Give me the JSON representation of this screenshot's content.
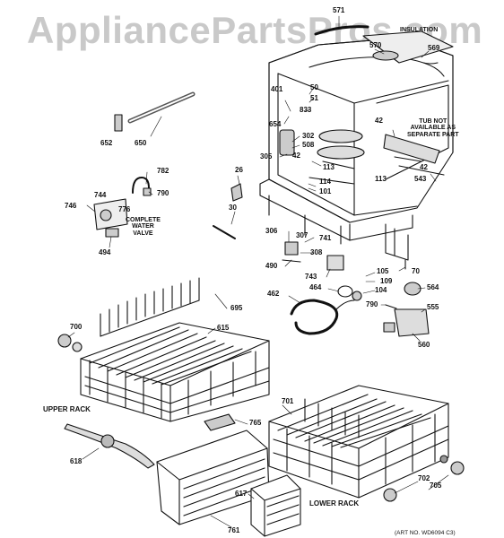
{
  "watermark": "AppliancePartsPros.com",
  "insulation_label": "INSULATION",
  "tub_note": [
    "TUB NOT",
    "AVAILABLE AS",
    "SEPARATE PART"
  ],
  "water_valve_note": [
    "COMPLETE",
    "WATER",
    "VALVE"
  ],
  "upper_rack_label": "UPPER RACK",
  "lower_rack_label": "LOWER RACK",
  "art_no": "(ART NO. WD6094 C3)",
  "callouts": {
    "c571": "571",
    "c570": "570",
    "c569": "569",
    "c650": "650",
    "c652": "652",
    "c401": "401",
    "c50": "50",
    "c51": "51",
    "c833": "833",
    "c654": "654",
    "c42a": "42",
    "c42b": "42",
    "c42c": "42",
    "c302": "302",
    "c508": "508",
    "c305": "305",
    "c113a": "113",
    "c113b": "113",
    "c114": "114",
    "c101": "101",
    "c543": "543",
    "c782": "782",
    "c790a": "790",
    "c744": "744",
    "c746": "746",
    "c776": "776",
    "c494": "494",
    "c26": "26",
    "c30": "30",
    "c306": "306",
    "c307": "307",
    "c308": "308",
    "c490": "490",
    "c741": "741",
    "c743": "743",
    "c70": "70",
    "c105": "105",
    "c109": "109",
    "c104": "104",
    "c564": "564",
    "c790b": "790",
    "c555": "555",
    "c560": "560",
    "c462": "462",
    "c464": "464",
    "c695": "695",
    "c700": "700",
    "c615": "615",
    "c701": "701",
    "c765": "765",
    "c618": "618",
    "c761": "761",
    "c617": "617",
    "c702": "702",
    "c705": "705"
  }
}
